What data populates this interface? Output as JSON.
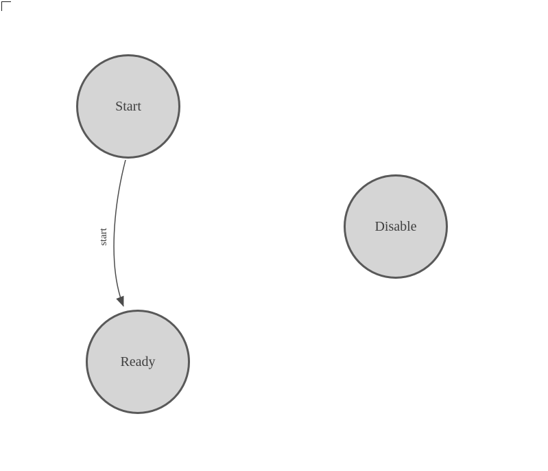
{
  "diagram": {
    "nodes": [
      {
        "id": "start",
        "label": "Start"
      },
      {
        "id": "ready",
        "label": "Ready"
      },
      {
        "id": "disable",
        "label": "Disable"
      }
    ],
    "edges": [
      {
        "id": "start-to-ready",
        "from": "start",
        "to": "ready",
        "label": "start"
      }
    ],
    "colors": {
      "node_fill": "#d5d5d5",
      "node_stroke": "#595959",
      "node_label": "#3f3f3f",
      "edge_stroke": "#4c4c4c",
      "edge_label": "#3f3f3f",
      "background": "#ffffff"
    }
  }
}
